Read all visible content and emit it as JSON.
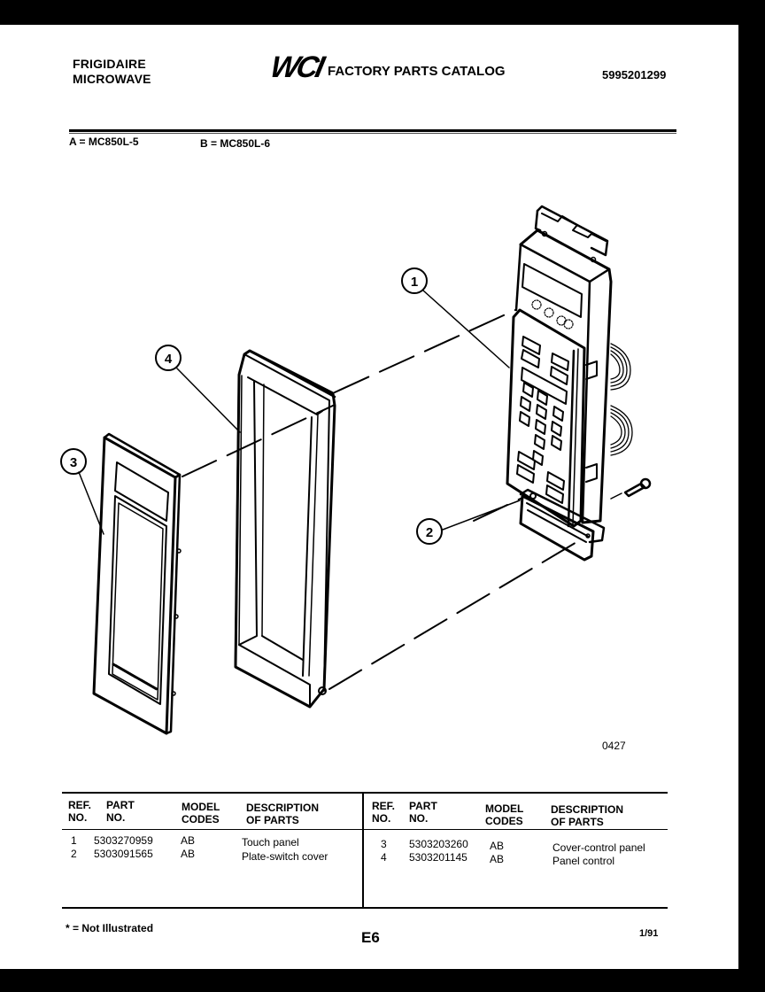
{
  "header": {
    "brand_line1": "FRIGIDAIRE",
    "brand_line2": "MICROWAVE",
    "logo": "WCI",
    "title": "FACTORY PARTS CATALOG",
    "catalog_number": "5995201299"
  },
  "models": {
    "a": "A = MC850L-5",
    "b": "B = MC850L-6"
  },
  "diagram": {
    "callouts": [
      {
        "ref": "1",
        "part": "Touch panel"
      },
      {
        "ref": "2",
        "part": "Plate-switch cover"
      },
      {
        "ref": "3",
        "part": "Cover-control panel"
      },
      {
        "ref": "4",
        "part": "Panel control"
      }
    ],
    "figure_code": "0427"
  },
  "parts_table": {
    "headers": {
      "ref_1": "REF.",
      "ref_2": "NO.",
      "part_1": "PART",
      "part_2": "NO.",
      "model_1": "MODEL",
      "model_2": "CODES",
      "desc_1": "DESCRIPTION",
      "desc_2": "OF PARTS"
    },
    "left_rows": [
      {
        "ref": "1",
        "part_no": "5303270959",
        "model_codes": "AB",
        "description": "Touch panel"
      },
      {
        "ref": "2",
        "part_no": "5303091565",
        "model_codes": "AB",
        "description": "Plate-switch cover"
      }
    ],
    "right_rows": [
      {
        "ref": "3",
        "part_no": "5303203260",
        "model_codes": "AB",
        "description": "Cover-control panel"
      },
      {
        "ref": "4",
        "part_no": "5303201145",
        "model_codes": "AB",
        "description": "Panel control"
      }
    ]
  },
  "footer": {
    "note": "* = Not Illustrated",
    "page": "E6",
    "date": "1/91"
  }
}
